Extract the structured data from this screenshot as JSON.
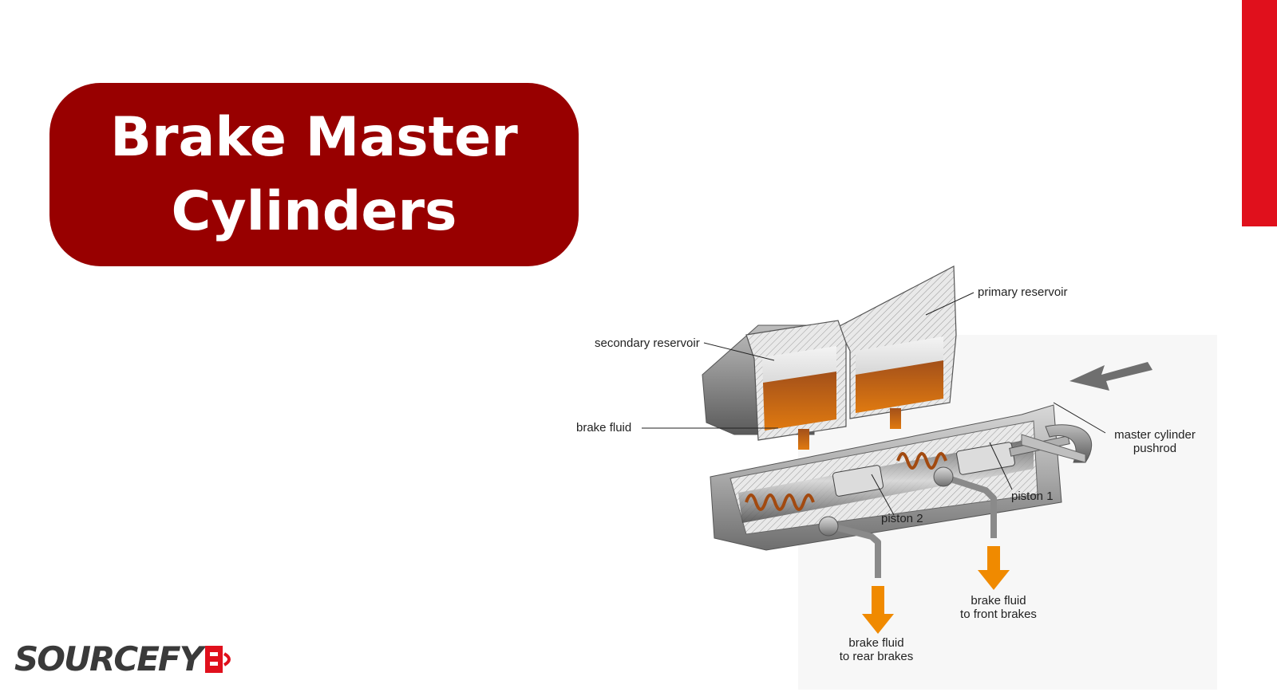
{
  "title": {
    "line1": "Brake Master",
    "line2": "Cylinders"
  },
  "diagram": {
    "labels": {
      "primary_reservoir": "primary reservoir",
      "secondary_reservoir": "secondary reservoir",
      "brake_fluid": "brake fluid",
      "pushrod_line1": "master cylinder",
      "pushrod_line2": "pushrod",
      "piston_1": "piston 1",
      "piston_2": "piston 2",
      "front_line1": "brake fluid",
      "front_line2": "to front brakes",
      "rear_line1": "brake fluid",
      "rear_line2": "to rear brakes"
    },
    "colors": {
      "fluid": "#c55a0a",
      "arrow": "#f08a00",
      "housing": "#9a9a9a"
    }
  },
  "brand": {
    "name": "SOURCEFY",
    "accent_color": "#e0101c",
    "title_bg": "#980000"
  }
}
